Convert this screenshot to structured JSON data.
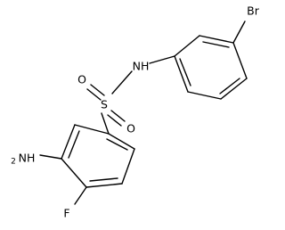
{
  "molecule": {
    "atoms": {
      "Br": "Br",
      "NH": "NH",
      "S": "S",
      "O1": "O",
      "O2": "O",
      "NH2_main": "NH",
      "NH2_sub": "2",
      "F": "F"
    }
  }
}
